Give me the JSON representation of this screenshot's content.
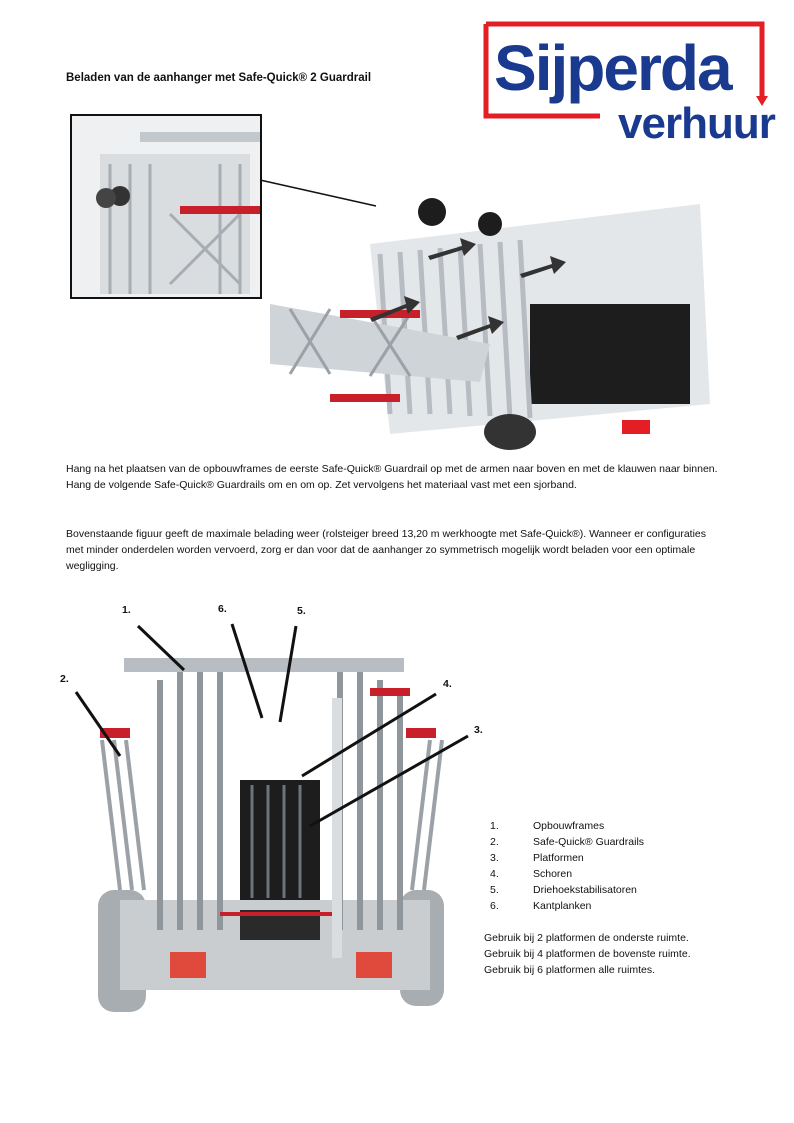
{
  "page": {
    "title": "Beladen van de aanhanger met Safe-Quick® 2 Guardrail"
  },
  "logo": {
    "line1": "Sijperda",
    "line2": "verhuur",
    "brand_blue": "#1a3a8f",
    "brand_red": "#e31e24"
  },
  "paragraphs": {
    "p1": "Hang na het plaatsen van de opbouwframes de eerste Safe-Quick® Guardrail op met de armen naar boven en met de klauwen naar binnen. Hang de volgende Safe-Quick® Guardrails om en om op. Zet vervolgens het materiaal vast met een sjorband.",
    "p2": "Bovenstaande figuur geeft de maximale belading weer (rolsteiger breed 13,20 m werkhoogte met Safe-Quick®). Wanneer er configuraties met minder onderdelen worden vervoerd, zorg er dan voor dat de aanhanger zo symmetrisch mogelijk wordt beladen voor een optimale wegligging."
  },
  "callouts": [
    "1.",
    "6.",
    "5.",
    "2.",
    "4.",
    "3."
  ],
  "legend": [
    {
      "num": "1.",
      "label": "Opbouwframes"
    },
    {
      "num": "2.",
      "label": "Safe-Quick® Guardrails"
    },
    {
      "num": "3.",
      "label": "Platformen"
    },
    {
      "num": "4.",
      "label": "Schoren"
    },
    {
      "num": "5.",
      "label": "Driehoekstabilisatoren"
    },
    {
      "num": "6.",
      "label": "Kantplanken"
    }
  ],
  "notes": [
    "Gebruik bij 2 platformen de onderste ruimte.",
    "Gebruik bij 4 platformen de bovenste ruimte.",
    "Gebruik bij 6 platformen alle ruimtes."
  ]
}
